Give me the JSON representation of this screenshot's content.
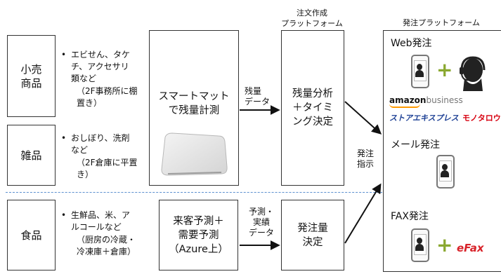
{
  "categories": [
    {
      "label": "小売\n商品",
      "bullet": "エビせん、タケ\nチ、アクセサリ\n類など",
      "note": "（2F事務所に棚\n置き）"
    },
    {
      "label": "雑品",
      "bullet": "おしぼり、洗剤\nなど",
      "note": "（2F倉庫に平置\nき）"
    },
    {
      "label": "食品",
      "bullet": "生鮮品、米、ア\nルコールなど",
      "note": "（厨房の冷蔵・\n冷凍庫＋倉庫）"
    }
  ],
  "headers": {
    "order_creation": "注文作成\nプラットフォーム",
    "order_platform": "発注プラットフォーム"
  },
  "boxes": {
    "smart_mat": "スマートマット\nで残量計測",
    "remaining_analysis": "残量分析\n＋タイミ\nング決定",
    "demand_forecast": "来客予測＋\n需要予測\n（Azure上）",
    "order_quantity": "発注量\n決定"
  },
  "arrow_labels": {
    "remaining_data": "残量\nデータ",
    "forecast_data": "予測・\n実績\nデータ",
    "order_instruction": "発注\n指示"
  },
  "platform": {
    "web_order": "Web発注",
    "email_order": "メール発注",
    "fax_order": "FAX発注",
    "logos": {
      "amazon": "amazon",
      "amazon_suffix": "business",
      "storeexpress": "ストアエキスプレス",
      "monotaro": "モノタロウ",
      "efax": "eFax"
    }
  },
  "bullet_char": "•",
  "colors": {
    "divider": "#5b8fcf",
    "plus": "#8aa830",
    "amazon_orange": "#ff9900",
    "storeexpress_blue": "#1c3f94",
    "monotaro_red": "#d7000f",
    "efax_red": "#d8232a"
  },
  "icons": [
    "smartphone-person-icon",
    "headset-operator-icon",
    "plus-icon",
    "arrow-icon"
  ]
}
